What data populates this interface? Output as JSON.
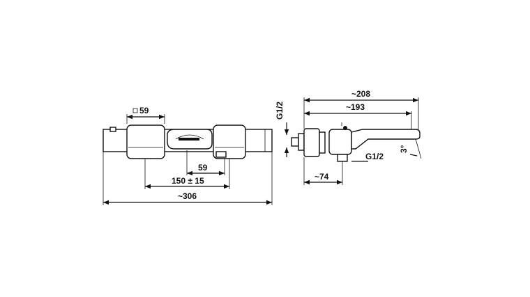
{
  "front_view": {
    "handle_square": "59",
    "outlet_width": "59",
    "center_distance": "150 ± 15",
    "overall_length": "~306"
  },
  "side_view": {
    "inlet_thread": "G1/2",
    "spout_length": "~208",
    "spout_reach": "~193",
    "outlet_thread": "G1/2",
    "wall_depth": "~74",
    "spout_angle": "3°"
  }
}
